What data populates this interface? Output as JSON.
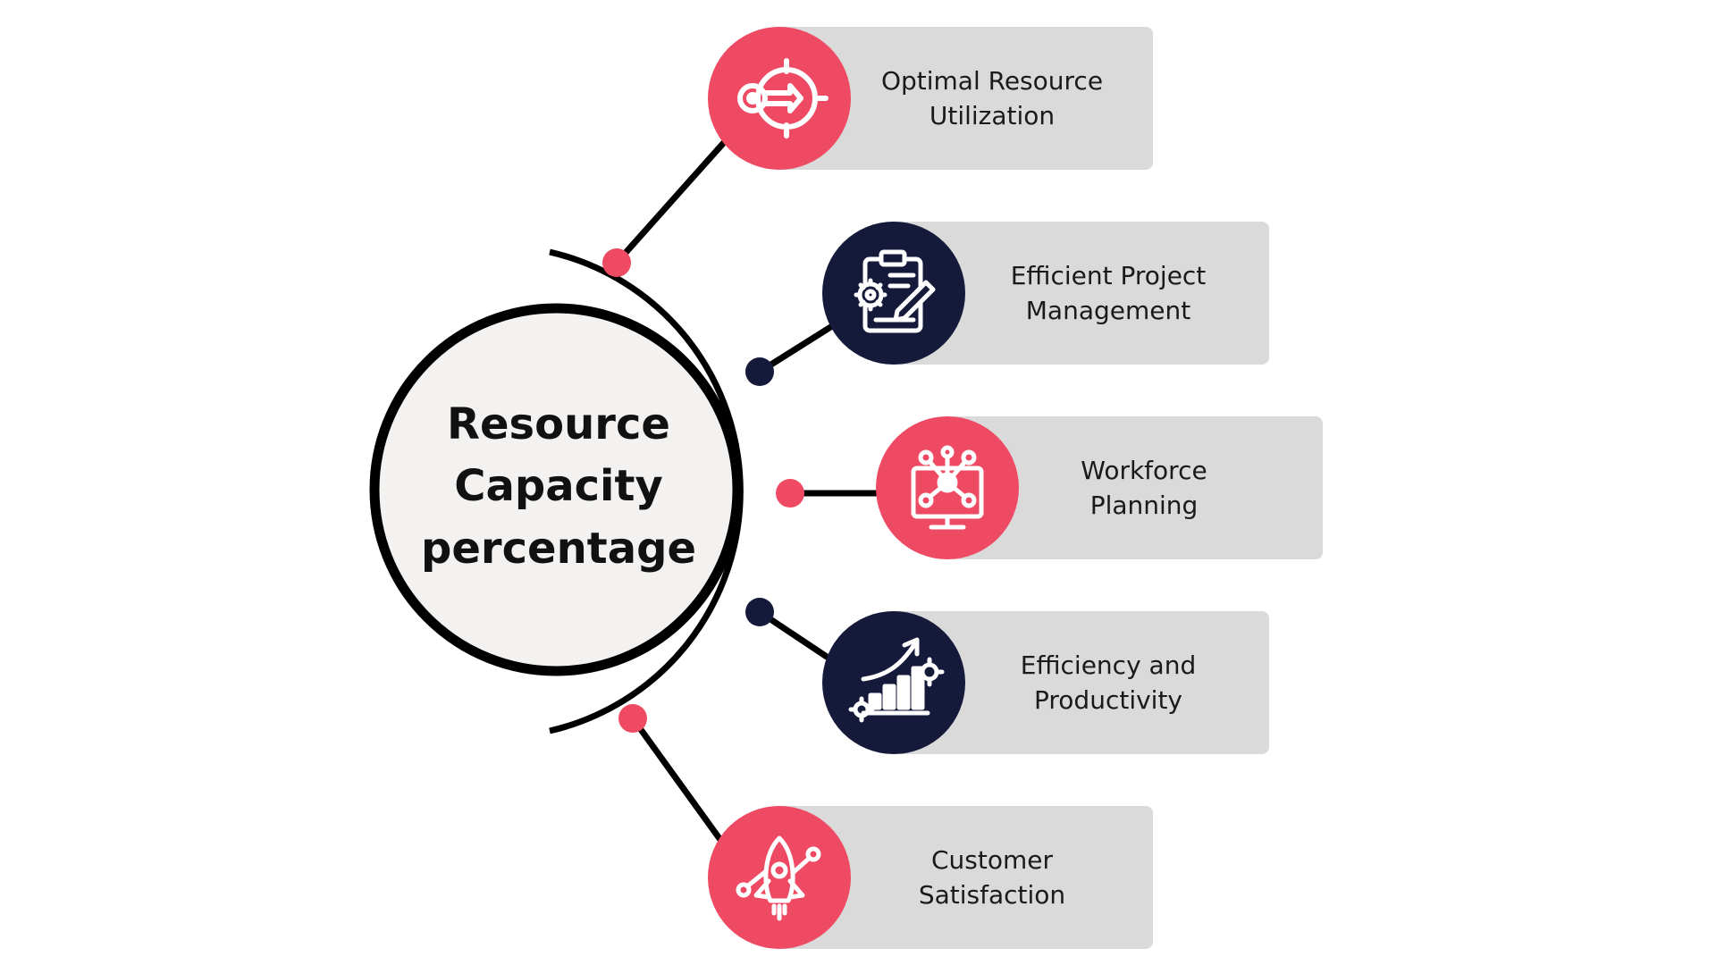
{
  "hub": {
    "title": "Resource Capacity percentage"
  },
  "items": [
    {
      "label": "Optimal Resource Utilization",
      "icon": "target-key-icon",
      "color": "#ef4a63"
    },
    {
      "label": "Efficient Project Management",
      "icon": "clipboard-gear-icon",
      "color": "#151a3b"
    },
    {
      "label": "Workforce Planning",
      "icon": "network-monitor-icon",
      "color": "#ef4a63"
    },
    {
      "label": "Efficiency and Productivity",
      "icon": "growth-chart-gear-icon",
      "color": "#151a3b"
    },
    {
      "label": "Customer Satisfaction",
      "icon": "rocket-icon",
      "color": "#ef4a63"
    }
  ],
  "colors": {
    "pink": "#ef4a63",
    "navy": "#151a3b",
    "card": "#dadada",
    "hub_fill": "#f3f2f1",
    "line": "#000000"
  }
}
